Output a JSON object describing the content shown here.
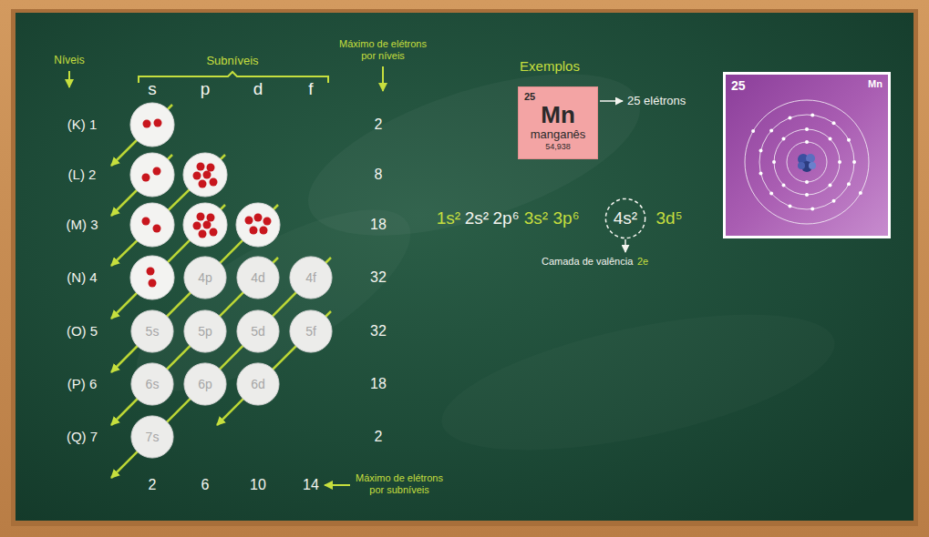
{
  "diagram": {
    "nodes": [
      {
        "text": [
          "4p"
        ]
      },
      {
        "text": [
          "4d"
        ]
      },
      {
        "text": [
          "4f"
        ]
      },
      {
        "text": [
          "5s"
        ]
      },
      {
        "text": [
          "5p"
        ]
      },
      {
        "text": [
          "5d"
        ]
      },
      {
        "text": [
          "5f"
        ]
      },
      {
        "text": [
          "6s"
        ]
      },
      {
        "text": [
          "6p"
        ]
      },
      {
        "text": [
          "6d"
        ]
      },
      {
        "text": [
          "7s"
        ]
      },
      {
        "text": [
          "25",
          "Mn",
          "manganês",
          "54,938"
        ]
      },
      {
        "text": [
          "4s²"
        ]
      },
      {
        "text": [
          "25",
          "Mn"
        ]
      }
    ],
    "labels": [
      "Níveis",
      "Subníveis",
      "s",
      "p",
      "d",
      "f",
      "Máximo de elétrons por níveis",
      "(K) 1",
      "2",
      "(L) 2",
      "8",
      "(M) 3",
      "18",
      "(N) 4",
      "32",
      "(O) 5",
      "32",
      "(P) 6",
      "18",
      "(Q) 7",
      "2",
      "2",
      "6",
      "10",
      "14",
      "Máximo de elétrons por subníveis",
      "Exemplos",
      "25 elétrons",
      "1s²",
      "2s²",
      "2p⁶",
      "3s²",
      "3p⁶",
      "3d⁵",
      "Camada de valência",
      "2e"
    ]
  }
}
